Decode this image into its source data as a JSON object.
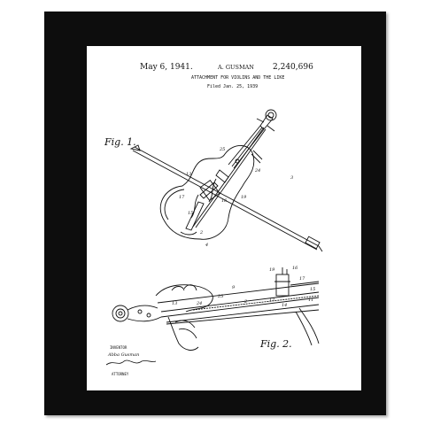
{
  "patent": {
    "date": "May 6, 1941.",
    "inventor": "A. GUSMAN",
    "number": "2,240,696",
    "title": "ATTACHMENT FOR VIOLINS AND THE LIKE",
    "filed": "Filed Jan. 25, 1939"
  },
  "figures": {
    "fig1_label": "Fig. 1.",
    "fig2_label": "Fig. 2."
  },
  "signature": {
    "inventor_label": "INVENTOR",
    "inventor_name": "Abba Gusman",
    "attorney_label": "ATTORNEY"
  },
  "colors": {
    "frame": "#0d0d0d",
    "mat": "#ffffff",
    "ink": "#111111"
  }
}
